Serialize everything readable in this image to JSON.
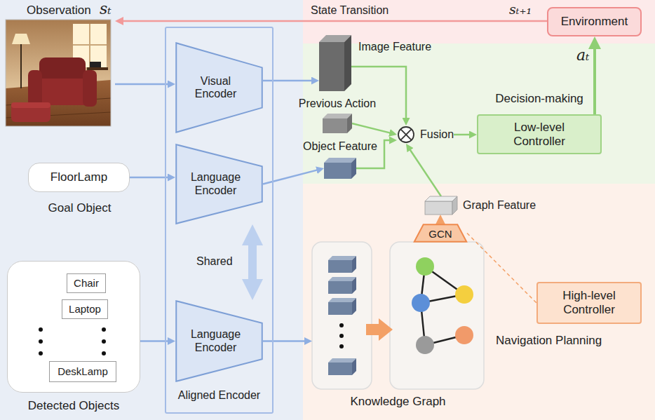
{
  "diagram": {
    "nodes": [
      {
        "text": [
          "Observation",
          "sₜ"
        ]
      },
      {
        "text": [
          "Environment"
        ]
      },
      {
        "text": [
          "Aligned Encoder"
        ]
      },
      {
        "text": [
          "Visual Encoder"
        ],
        "in": 2
      },
      {
        "text": [
          "Language Encoder"
        ],
        "in": 2
      },
      {
        "text": [
          "Language Encoder"
        ],
        "in": 2
      },
      {
        "text": [
          "FloorLamp",
          "Goal Object"
        ]
      },
      {
        "text": [
          "Detected Objects"
        ]
      },
      {
        "text": [
          "Chair"
        ],
        "in": 7
      },
      {
        "text": [
          "Laptop"
        ],
        "in": 7
      },
      {
        "text": [
          "DeskLamp"
        ],
        "in": 7
      },
      {
        "text": [
          "Image Feature"
        ]
      },
      {
        "text": [
          "Previous Action"
        ]
      },
      {
        "text": [
          "Object Feature"
        ]
      },
      {
        "text": [
          "Fusion"
        ]
      },
      {
        "text": [
          "Decision-making",
          "Low-level Controller"
        ]
      },
      {
        "text": [
          "Graph Feature"
        ]
      },
      {
        "text": [
          "GCN"
        ]
      },
      {
        "text": [
          "Knowledge Graph"
        ]
      },
      {
        "text": [
          "High-level Controller",
          "Navigation Planning"
        ]
      }
    ],
    "edges": [
      {
        "from": 1,
        "to": 0,
        "arrow": "to",
        "label": "State Transition"
      },
      {
        "from": 0,
        "to": 3,
        "arrow": "to"
      },
      {
        "from": 6,
        "to": 4,
        "arrow": "to"
      },
      {
        "from": 7,
        "to": 5,
        "arrow": "to"
      },
      {
        "from": 4,
        "to": 5,
        "arrow": "both",
        "label": "Shared"
      },
      {
        "from": 3,
        "to": 11,
        "arrow": "to"
      },
      {
        "from": 4,
        "to": 13,
        "arrow": "to"
      },
      {
        "from": 5,
        "to": 18,
        "arrow": "to"
      },
      {
        "from": 11,
        "to": 14,
        "arrow": "to"
      },
      {
        "from": 12,
        "to": 14,
        "arrow": "to"
      },
      {
        "from": 13,
        "to": 14,
        "arrow": "to"
      },
      {
        "from": 16,
        "to": 14,
        "arrow": "to"
      },
      {
        "from": 14,
        "to": 15,
        "arrow": "to"
      },
      {
        "from": 15,
        "to": 1,
        "arrow": "to",
        "label": "aₜ"
      },
      {
        "from": 17,
        "to": 16,
        "arrow": "to"
      },
      {
        "from": 17,
        "to": 19,
        "arrow": "none"
      }
    ],
    "labels": [
      "sₜ₊₁"
    ]
  }
}
